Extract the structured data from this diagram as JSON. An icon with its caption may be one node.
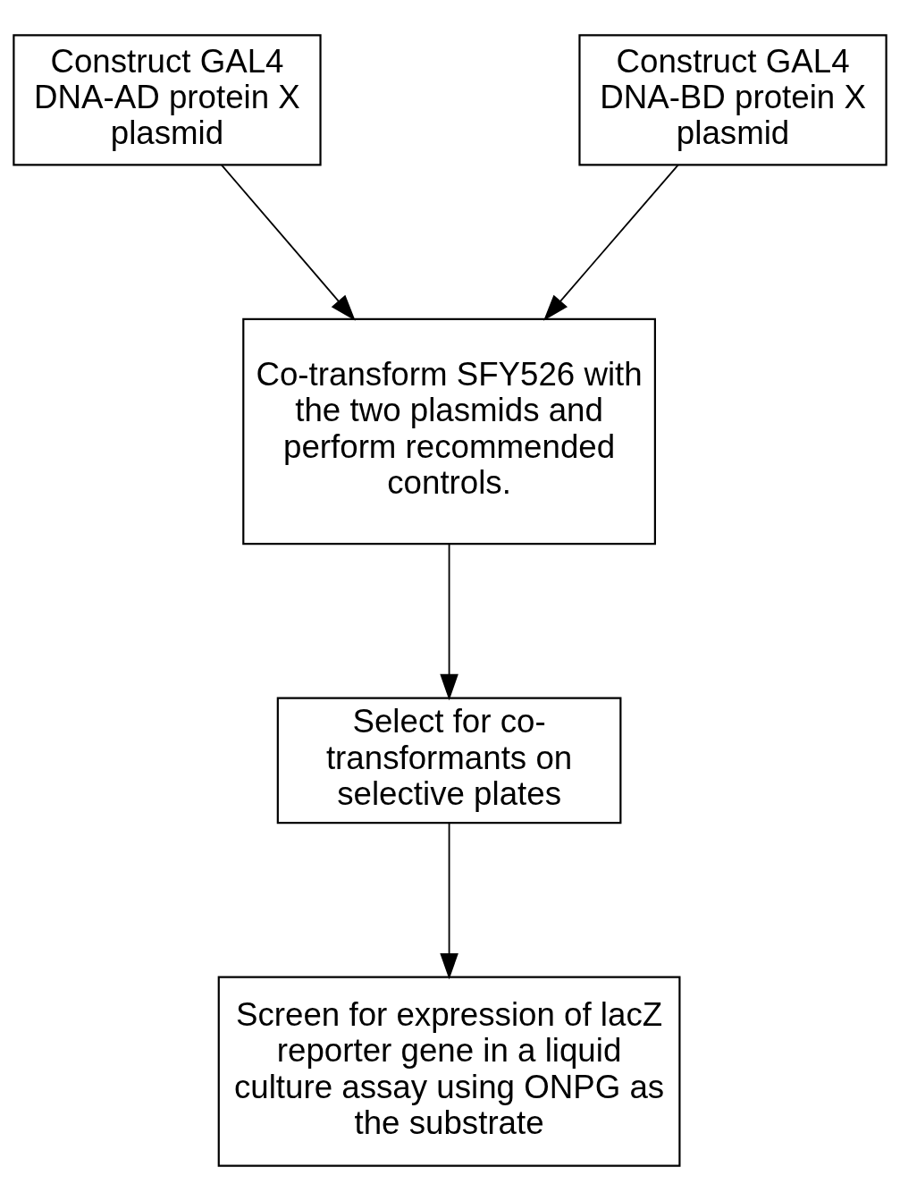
{
  "diagram": {
    "nodes": [
      {
        "text": [
          "Construct GAL4 DNA-AD protein X plasmid"
        ]
      },
      {
        "text": [
          "Construct GAL4 DNA-BD protein X plasmid"
        ]
      },
      {
        "text": [
          "Co-transform SFY526 with the two plasmids and perform recommended controls."
        ]
      },
      {
        "text": [
          "Select for co-transformants on selective plates"
        ]
      },
      {
        "text": [
          "Screen for expression of lacZ reporter gene in a liquid culture assay using ONPG as the substrate"
        ]
      }
    ],
    "edges": [
      {
        "from": 0,
        "to": 2,
        "arrow": "to"
      },
      {
        "from": 1,
        "to": 2,
        "arrow": "to"
      },
      {
        "from": 2,
        "to": 3,
        "arrow": "to"
      },
      {
        "from": 3,
        "to": 4,
        "arrow": "to"
      }
    ]
  }
}
